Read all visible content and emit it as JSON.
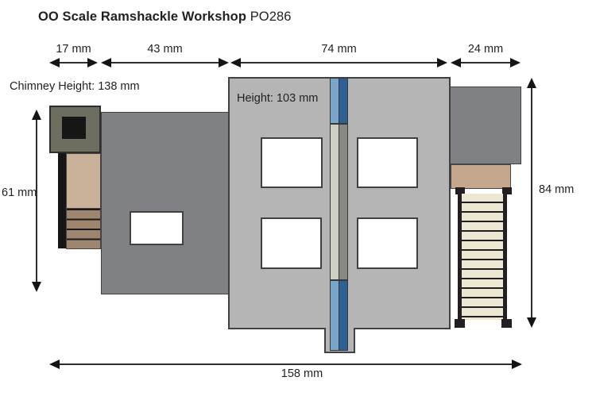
{
  "title": {
    "name": "OO Scale Ramshackle Workshop",
    "sku": "PO286"
  },
  "labels": {
    "chimney_height": "Chimney Height: 138 mm",
    "wall_height": "Height: 103 mm",
    "dim_17": "17 mm",
    "dim_43": "43 mm",
    "dim_74": "74 mm",
    "dim_24": "24 mm",
    "dim_61": "61 mm",
    "dim_84": "84 mm",
    "dim_158": "158 mm"
  },
  "dimensions_mm": {
    "chimney_section_width": 17,
    "left_wing_width": 43,
    "main_wall_width": 74,
    "right_wing_width": 24,
    "left_height": 61,
    "right_height": 84,
    "total_width": 158,
    "chimney_height": 138,
    "main_wall_height": 103
  },
  "colors": {
    "text": "#231f20",
    "outline": "#414042",
    "main_wall": "#b5b5b6",
    "wing_wall": "#808184",
    "chimney_cap": "#6d6e60",
    "soot_black": "#161616",
    "tan_wall": "#c9b299",
    "tan_right": "#c5a78d",
    "step_tan": "#9d8570",
    "ladder_cream": "#ece7d2",
    "ladder_frame": "#231f20",
    "pipe_light_blue": "#7aa4c8",
    "pipe_dark_blue": "#2e6095",
    "pipe_light_gray": "#cdcec4",
    "pipe_dark_gray": "#8a8882",
    "window": "#ffffff"
  }
}
